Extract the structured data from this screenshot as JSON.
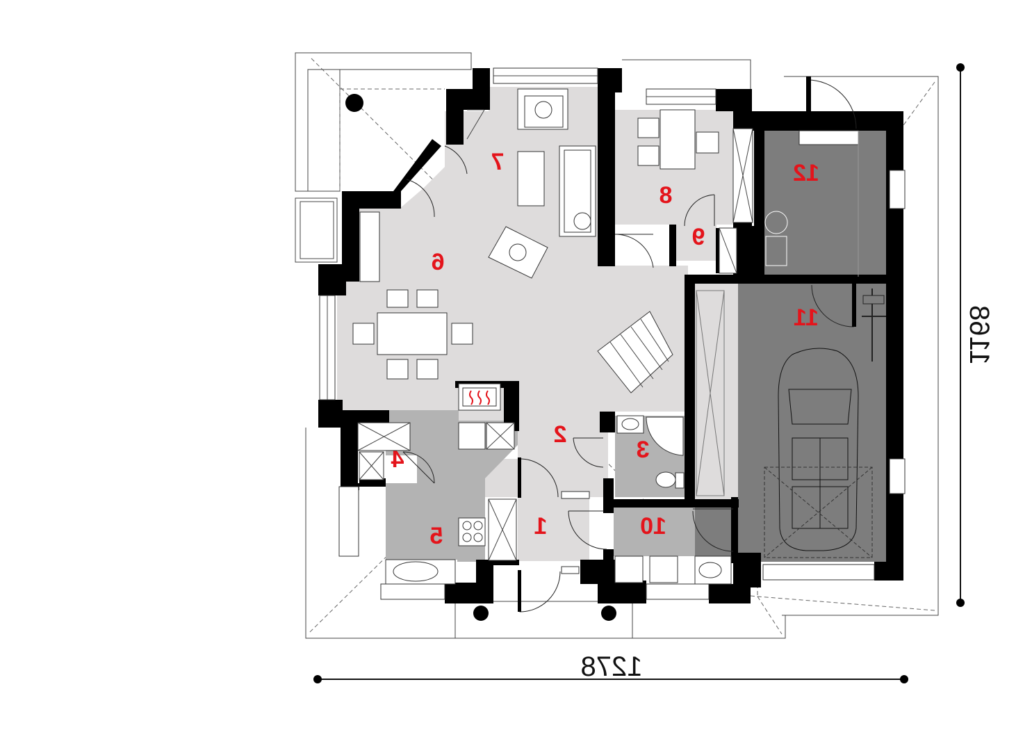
{
  "rooms": [
    {
      "id": "r1",
      "label": "1"
    },
    {
      "id": "r2",
      "label": "2"
    },
    {
      "id": "r3",
      "label": "3"
    },
    {
      "id": "r4",
      "label": "4"
    },
    {
      "id": "r5",
      "label": "5"
    },
    {
      "id": "r6",
      "label": "6"
    },
    {
      "id": "r7",
      "label": "7"
    },
    {
      "id": "r8",
      "label": "8"
    },
    {
      "id": "r9",
      "label": "9"
    },
    {
      "id": "r10",
      "label": "10"
    },
    {
      "id": "r11",
      "label": "11"
    },
    {
      "id": "r12",
      "label": "12"
    }
  ],
  "dimensions": {
    "width_label": "1278",
    "depth_label": "1168"
  },
  "colors": {
    "wall": "#000000",
    "light_floor": "#dedcdc",
    "medium_floor": "#b3b3b3",
    "dark_floor": "#7d7d7d",
    "room_number": "#e4141b"
  },
  "icons": {
    "fireplace": "fireplace-icon",
    "car": "car-icon",
    "stairs": "stairs-icon"
  }
}
